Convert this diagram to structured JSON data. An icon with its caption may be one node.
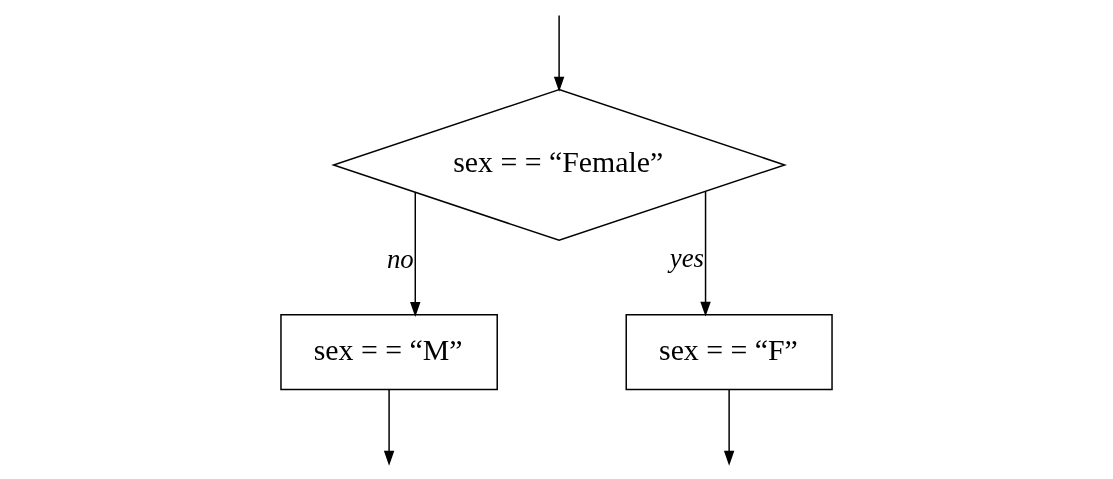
{
  "diagram": {
    "nodes": [
      {
        "text": [
          "sex = = “Female”"
        ]
      },
      {
        "text": [
          "sex = = “M”"
        ]
      },
      {
        "text": [
          "sex = = “F”"
        ]
      }
    ],
    "edges": [
      {
        "from": null,
        "to": 0,
        "arrow": "to"
      },
      {
        "from": 0,
        "to": 1,
        "arrow": "to",
        "label": "no"
      },
      {
        "from": 0,
        "to": 2,
        "arrow": "to",
        "label": "yes"
      },
      {
        "from": 1,
        "to": null,
        "arrow": "to"
      },
      {
        "from": 2,
        "to": null,
        "arrow": "to"
      }
    ]
  }
}
